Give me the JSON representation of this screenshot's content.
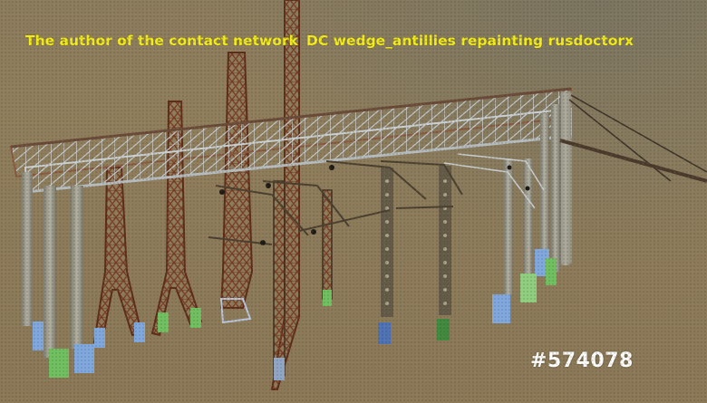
{
  "caption": {
    "author_label": "The author of the contact network",
    "credits": "DC wedge_antillies repainting rusdoctorx"
  },
  "asset_id": "#574078",
  "scene": {
    "description": "Railway catenary (overhead contact network) supports: lattice gantry, steel lattice towers, perforated masts, concrete poles",
    "colors": {
      "ground": "#8c7b5a",
      "caption": "#f2ec1e",
      "id_tag": "#ffffff",
      "rust_lattice": "#7a3a22",
      "gantry_steel": "#aeb6bb",
      "concrete_pole": "#9c9c8c",
      "base_blue": "#7fa8e0",
      "base_green": "#6fc060"
    }
  }
}
